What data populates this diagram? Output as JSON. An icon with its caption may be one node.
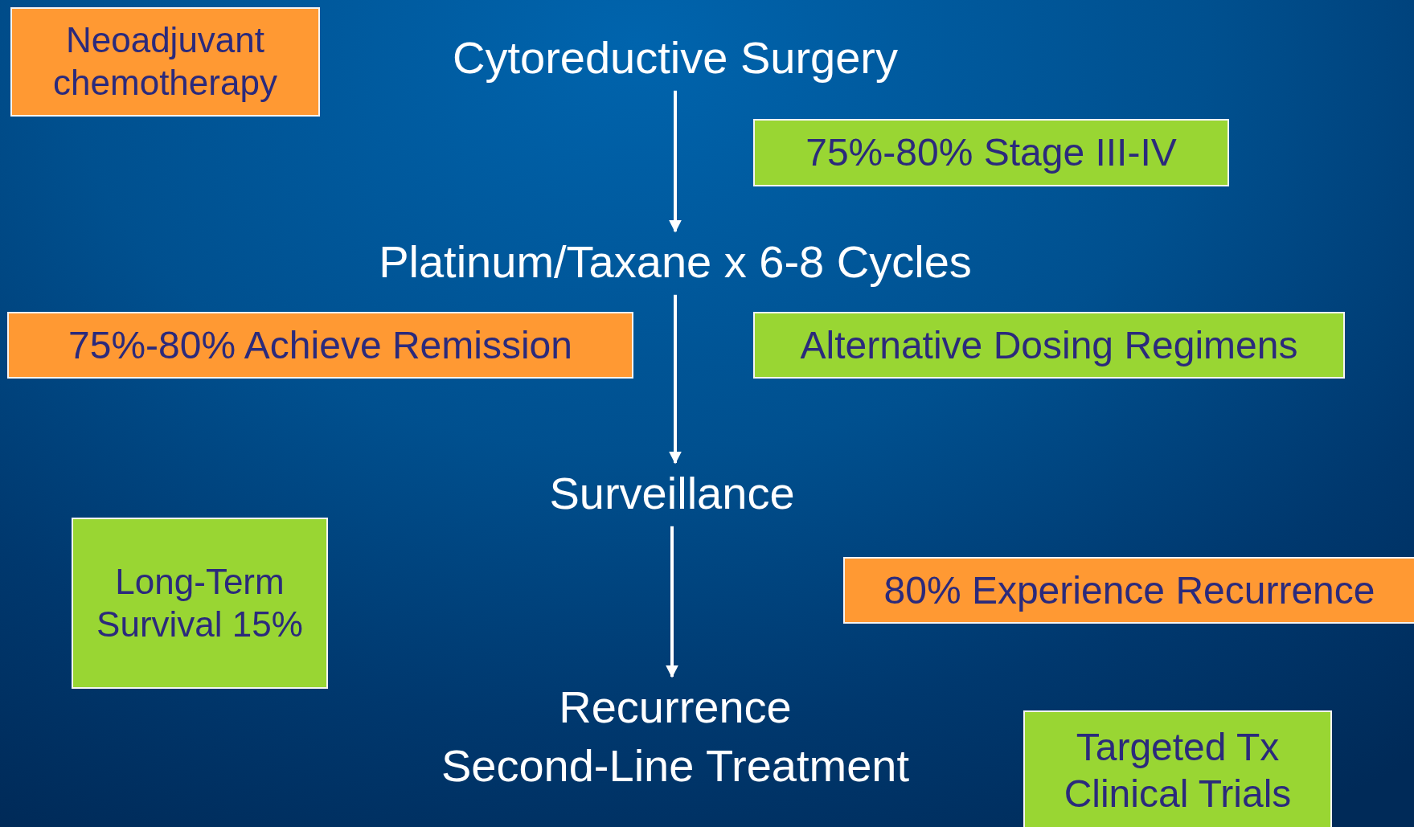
{
  "diagram": {
    "nodes": [
      {
        "text": [
          "Neoadjuvant chemotherapy"
        ]
      },
      {
        "text": [
          "Cytoreductive Surgery"
        ]
      },
      {
        "text": [
          "75%-80% Stage III-IV"
        ]
      },
      {
        "text": [
          "Platinum/Taxane x 6-8 Cycles"
        ]
      },
      {
        "text": [
          "75%-80% Achieve Remission"
        ]
      },
      {
        "text": [
          "Alternative Dosing Regimens"
        ]
      },
      {
        "text": [
          "Surveillance"
        ]
      },
      {
        "text": [
          "Long-Term Survival 15%"
        ]
      },
      {
        "text": [
          "80% Experience Recurrence"
        ]
      },
      {
        "text": [
          "Recurrence",
          "Second-Line Treatment"
        ]
      },
      {
        "text": [
          "Targeted Tx Clinical Trials"
        ]
      }
    ],
    "edges": [
      {
        "from": 1,
        "to": 3,
        "arrow": "to"
      },
      {
        "from": 3,
        "to": 6,
        "arrow": "to"
      },
      {
        "from": 6,
        "to": 9,
        "arrow": "to"
      }
    ]
  }
}
